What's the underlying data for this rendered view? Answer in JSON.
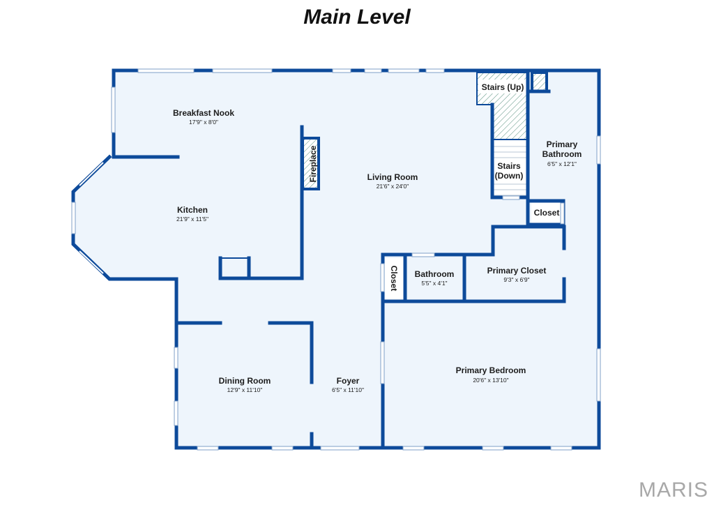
{
  "title": "Main Level",
  "rooms": {
    "breakfast_nook": {
      "name": "Breakfast Nook",
      "dims": "17'9\" x 8'0\""
    },
    "kitchen": {
      "name": "Kitchen",
      "dims": "21'9\" x 11'5\""
    },
    "living_room": {
      "name": "Living Room",
      "dims": "21'6\" x 24'0\""
    },
    "dining_room": {
      "name": "Dining Room",
      "dims": "12'9\" x 11'10\""
    },
    "foyer": {
      "name": "Foyer",
      "dims": "6'5\" x 11'10\""
    },
    "primary_bathroom": {
      "name_line1": "Primary",
      "name_line2": "Bathroom",
      "dims": "6'5\" x 12'1\""
    },
    "primary_closet": {
      "name": "Primary Closet",
      "dims": "9'3\" x 6'9\""
    },
    "bathroom": {
      "name": "Bathroom",
      "dims": "5'5\" x 4'1\""
    },
    "primary_bedroom": {
      "name": "Primary Bedroom",
      "dims": "20'6\" x 13'10\""
    }
  },
  "labels": {
    "fireplace": "Fireplace",
    "stairs_up": "Stairs (Up)",
    "stairs_down_line1": "Stairs",
    "stairs_down_line2": "(Down)",
    "closet_right": "Closet",
    "closet_small": "Closet"
  },
  "watermark": "MARIS",
  "colors": {
    "wall": "#0d4a9a",
    "floor": "#eef5fc",
    "stairs_hatch": "#4f8a78"
  }
}
